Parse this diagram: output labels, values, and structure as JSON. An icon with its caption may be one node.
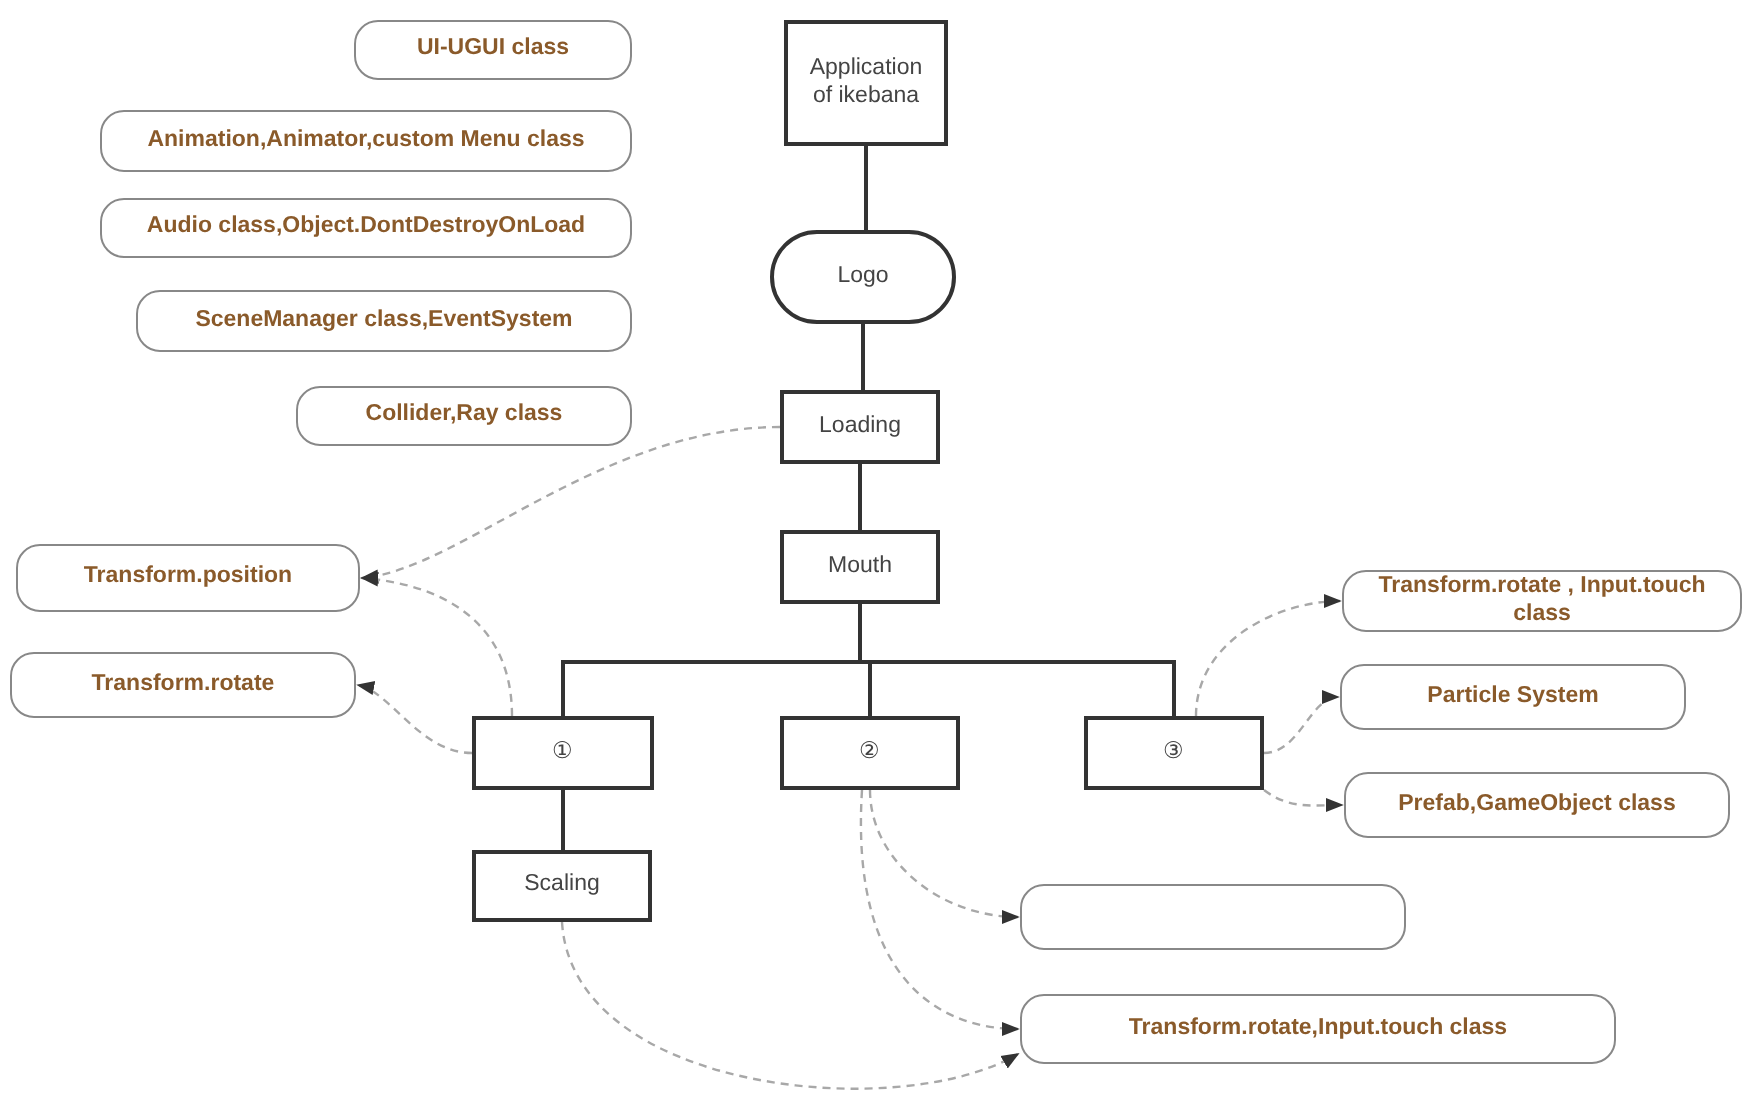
{
  "diagram": {
    "nodes": [
      {
        "text": [
          "UI-UGUI class"
        ]
      },
      {
        "text": [
          "Animation,Animator,custom Menu class"
        ]
      },
      {
        "text": [
          "Audio class,Object.DontDestroyOnLoad"
        ]
      },
      {
        "text": [
          "SceneManager class,EventSystem"
        ]
      },
      {
        "text": [
          "Collider,Ray class"
        ]
      },
      {
        "text": [
          "Application of ikebana"
        ]
      },
      {
        "text": [
          "Logo"
        ]
      },
      {
        "text": [
          "Loading"
        ]
      },
      {
        "text": [
          "Mouth"
        ]
      },
      {
        "text": [
          "Transform.position"
        ]
      },
      {
        "text": [
          "Transform.rotate"
        ]
      },
      {
        "text": [
          "①"
        ]
      },
      {
        "text": [
          "②"
        ]
      },
      {
        "text": [
          "③"
        ]
      },
      {
        "text": [
          "Transform.rotate , Input.touch class"
        ]
      },
      {
        "text": [
          "Particle System"
        ]
      },
      {
        "text": [
          "Prefab,GameObject class"
        ]
      },
      {
        "text": [
          "Scaling"
        ]
      },
      {
        "text": [],
        "shape": "box"
      },
      {
        "text": [
          "Transform.rotate,Input.touch class"
        ]
      }
    ],
    "edges": [
      {
        "from": 5,
        "to": 6,
        "arrow": "none",
        "color": "#333333"
      },
      {
        "from": 6,
        "to": 7,
        "arrow": "none",
        "color": "#333333"
      },
      {
        "from": 7,
        "to": 8,
        "arrow": "none",
        "color": "#333333"
      },
      {
        "from": 8,
        "to": 11,
        "arrow": "none",
        "color": "#333333"
      },
      {
        "from": 8,
        "to": 12,
        "arrow": "none",
        "color": "#333333"
      },
      {
        "from": 8,
        "to": 13,
        "arrow": "none",
        "color": "#333333"
      },
      {
        "from": 11,
        "to": 17,
        "arrow": "none",
        "color": "#333333"
      },
      {
        "from": 7,
        "to": 9,
        "arrow": "to",
        "style": "dashed"
      },
      {
        "from": 11,
        "to": 9,
        "arrow": "to",
        "style": "dashed"
      },
      {
        "from": 11,
        "to": 10,
        "arrow": "to",
        "style": "dashed"
      },
      {
        "from": 13,
        "to": 14,
        "arrow": "to",
        "style": "dashed"
      },
      {
        "from": 13,
        "to": 15,
        "arrow": "to",
        "style": "dashed"
      },
      {
        "from": 13,
        "to": 16,
        "arrow": "to",
        "style": "dashed"
      },
      {
        "from": 12,
        "to": 18,
        "arrow": "to",
        "style": "dashed"
      },
      {
        "from": 12,
        "to": 19,
        "arrow": "to",
        "style": "dashed"
      },
      {
        "from": 17,
        "to": 19,
        "arrow": "to",
        "style": "dashed"
      }
    ]
  }
}
